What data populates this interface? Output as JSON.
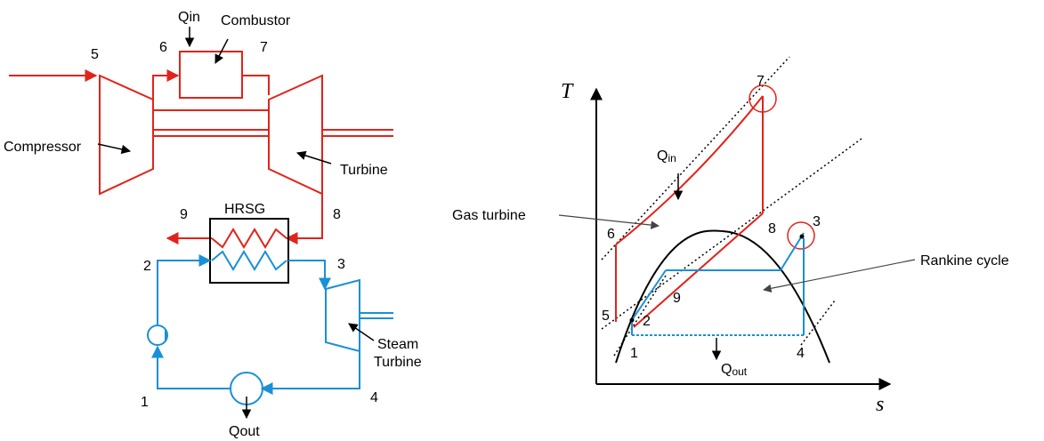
{
  "colors": {
    "gas": "#e2231a",
    "steam": "#1a8fd8",
    "black": "#000000",
    "marker": "#e2231a"
  },
  "schematic": {
    "labels": {
      "compressor": "Compressor",
      "combustor": "Combustor",
      "turbine": "Turbine",
      "hrsg": "HRSG",
      "steam_turbine_line1": "Steam",
      "steam_turbine_line2": "Turbine",
      "qin": "Qin",
      "qout": "Qout"
    },
    "state_points": {
      "p1": "1",
      "p2": "2",
      "p3": "3",
      "p4": "4",
      "p5": "5",
      "p6": "6",
      "p7": "7",
      "p8": "8",
      "p9": "9"
    }
  },
  "ts_diagram": {
    "axis_y": "T",
    "axis_x": "s",
    "gas_turbine_label": "Gas turbine",
    "rankine_label": "Rankine cycle",
    "qin_main": "Q",
    "qin_sub": "in",
    "qout_main": "Q",
    "qout_sub": "out",
    "state_points": {
      "p1": "1",
      "p2": "2",
      "p3": "3",
      "p4": "4",
      "p5": "5",
      "p6": "6",
      "p7": "7",
      "p8": "8",
      "p9": "9"
    }
  }
}
